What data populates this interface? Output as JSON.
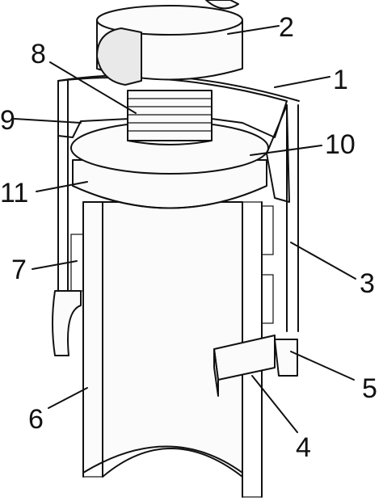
{
  "figure": {
    "kind": "mechanical-patent-drawing",
    "labels": [
      "1",
      "2",
      "3",
      "4",
      "5",
      "6",
      "7",
      "8",
      "9",
      "10",
      "11"
    ]
  }
}
